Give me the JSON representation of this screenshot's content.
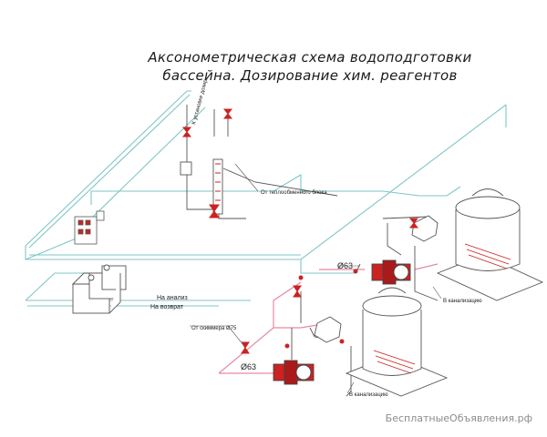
{
  "title": {
    "line1": "Аксонометрическая схема водоподготовки",
    "line2": "бассейна. Дозирование хим. реагентов"
  },
  "labels": {
    "to_dosing_unit": "К установке дозир.",
    "from_heat_exchanger": "От теплообменного блока",
    "to_analysis": "На анализ",
    "return": "На возврат",
    "from_skimmer": "От скиммера Ø75",
    "pipe_d63_top": "Ø63",
    "pipe_d63_bottom": "Ø63",
    "to_sewer_right": "В канализацию",
    "to_sewer_bottom": "В канализацию"
  },
  "watermark": "БесплатныеОбъявления.рф",
  "colors": {
    "pipe": "#7fc6c6",
    "equipment": "#666666",
    "valve_red": "#cc2222",
    "pink_pipe": "#e58aa0",
    "text": "#1a1a1a"
  }
}
